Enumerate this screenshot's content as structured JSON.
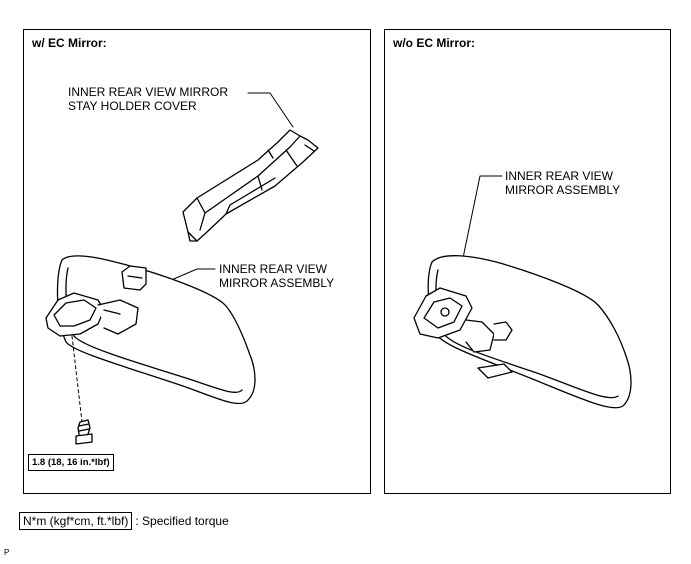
{
  "left_panel": {
    "title": "w/ EC Mirror:",
    "cover_label_line1": "INNER REAR VIEW MIRROR",
    "cover_label_line2": "STAY HOLDER COVER",
    "mirror_label_line1": "INNER REAR VIEW",
    "mirror_label_line2": "MIRROR ASSEMBLY",
    "torque_value": "1.8 (18, 16 in.*lbf)"
  },
  "right_panel": {
    "title": "w/o EC Mirror:",
    "mirror_label_line1": "INNER REAR VIEW",
    "mirror_label_line2": "MIRROR ASSEMBLY"
  },
  "legend": {
    "unit_box": "N*m (kgf*cm, ft.*lbf)",
    "description": ": Specified torque"
  },
  "figure_code": "P"
}
